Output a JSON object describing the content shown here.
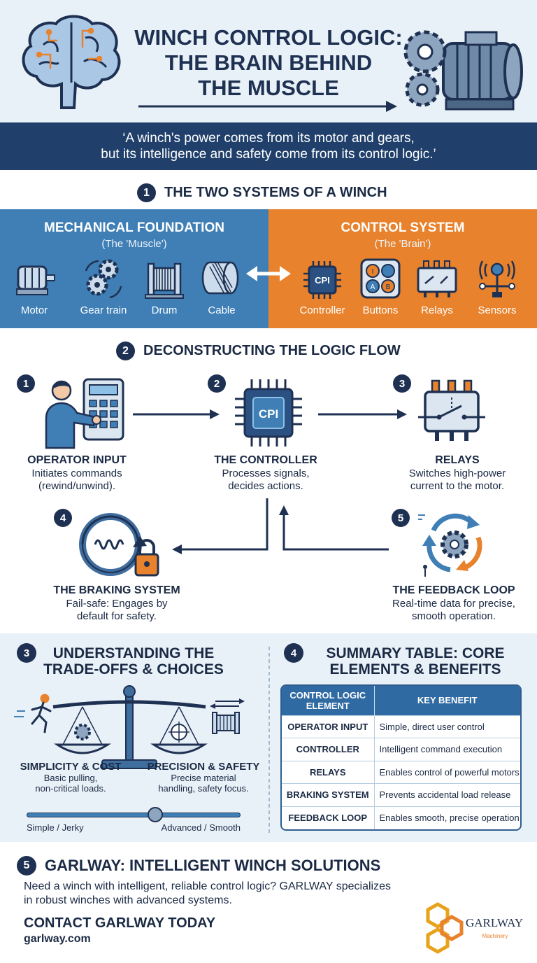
{
  "header": {
    "title_line1": "WINCH CONTROL LOGIC:",
    "title_line2": "THE BRAIN BEHIND",
    "title_line3": "THE MUSCLE",
    "quote_line1": "‘A winch's power comes from its motor and gears,",
    "quote_line2": "but its intelligence and safety come from its control logic.’"
  },
  "section1": {
    "number": "1",
    "title": "THE TWO SYSTEMS OF A WINCH",
    "mechanical": {
      "title": "MECHANICAL FOUNDATION",
      "subtitle": "(The 'Muscle')",
      "items": [
        "Motor",
        "Gear train",
        "Drum",
        "Cable"
      ]
    },
    "control": {
      "title": "CONTROL SYSTEM",
      "subtitle": "(The 'Brain')",
      "items": [
        "Controller",
        "Buttons",
        "Relays",
        "Sensors"
      ],
      "chip_label": "CPI",
      "button_labels": [
        "I",
        "",
        "A",
        "B"
      ]
    },
    "colors": {
      "mechanical": "#3f7fb6",
      "control": "#e8822c"
    }
  },
  "section2": {
    "number": "2",
    "title": "DECONSTRUCTING THE LOGIC FLOW",
    "steps": [
      {
        "num": "1",
        "title": "OPERATOR INPUT",
        "desc1": "Initiates commands",
        "desc2": "(rewind/unwind)."
      },
      {
        "num": "2",
        "title": "THE CONTROLLER",
        "desc1": "Processes signals,",
        "desc2": "decides actions.",
        "chip": "CPI"
      },
      {
        "num": "3",
        "title": "RELAYS",
        "desc1": "Switches high-power",
        "desc2": "current to the motor."
      },
      {
        "num": "4",
        "title": "THE BRAKING SYSTEM",
        "desc1": "Fail-safe: Engages by",
        "desc2": "default for safety."
      },
      {
        "num": "5",
        "title": "THE FEEDBACK LOOP",
        "desc1": "Real-time data for precise,",
        "desc2": "smooth operation."
      }
    ]
  },
  "section3": {
    "number": "3",
    "title1": "UNDERSTANDING THE",
    "title2": "TRADE-OFFS & CHOICES",
    "left_title": "SIMPLICITY & COST",
    "left_desc1": "Basic pulling,",
    "left_desc2": "non-critical loads.",
    "right_title": "PRECISION & SAFETY",
    "right_desc1": "Precise material",
    "right_desc2": "handling, safety focus.",
    "slider_left": "Simple / Jerky",
    "slider_right": "Advanced / Smooth",
    "slider_position": 0.6
  },
  "section4": {
    "number": "4",
    "title1": "SUMMARY TABLE: CORE",
    "title2": "ELEMENTS & BENEFITS",
    "header_col1_line1": "CONTROL LOGIC",
    "header_col1_line2": "ELEMENT",
    "header_col2": "KEY BENEFIT",
    "rows": [
      {
        "element": "OPERATOR INPUT",
        "benefit": "Simple, direct user control"
      },
      {
        "element": "CONTROLLER",
        "benefit": "Intelligent command execution"
      },
      {
        "element": "RELAYS",
        "benefit": "Enables control of powerful motors"
      },
      {
        "element": "BRAKING SYSTEM",
        "benefit": "Prevents accidental load release"
      },
      {
        "element": "FEEDBACK LOOP",
        "benefit": "Enables smooth, precise operation"
      }
    ]
  },
  "section5": {
    "number": "5",
    "title": "GARLWAY: INTELLIGENT WINCH SOLUTIONS",
    "desc1": "Need a winch with intelligent, reliable control logic? GARLWAY specializes",
    "desc2": "in robust winches with advanced systems.",
    "contact": "CONTACT GARLWAY TODAY",
    "website": "garlway.com",
    "logo_name": "GARLWAY",
    "logo_sub": "Machinery"
  }
}
